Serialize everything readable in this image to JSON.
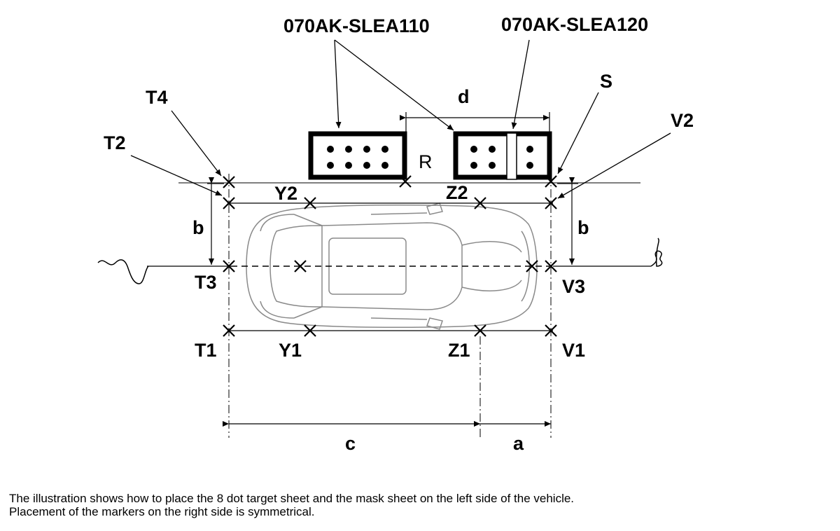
{
  "part_numbers": {
    "target_sheet": "070AK-SLEA110",
    "mask_sheet": "070AK-SLEA120"
  },
  "markers": {
    "t1": "T1",
    "t2": "T2",
    "t3": "T3",
    "t4": "T4",
    "y1": "Y1",
    "y2": "Y2",
    "z1": "Z1",
    "z2": "Z2",
    "v1": "V1",
    "v2": "V2",
    "v3": "V3",
    "r": "R",
    "s": "S"
  },
  "dimensions": {
    "a": "a",
    "b": "b",
    "c": "c",
    "d": "d"
  },
  "caption": {
    "line1": "The illustration shows how to place the 8 dot target sheet and the mask sheet on the left side of the vehicle.",
    "line2": "Placement of the markers on the right side is symmetrical."
  },
  "colors": {
    "ink": "#000000",
    "vehicle": "#8a8a8a",
    "background": "#ffffff"
  }
}
